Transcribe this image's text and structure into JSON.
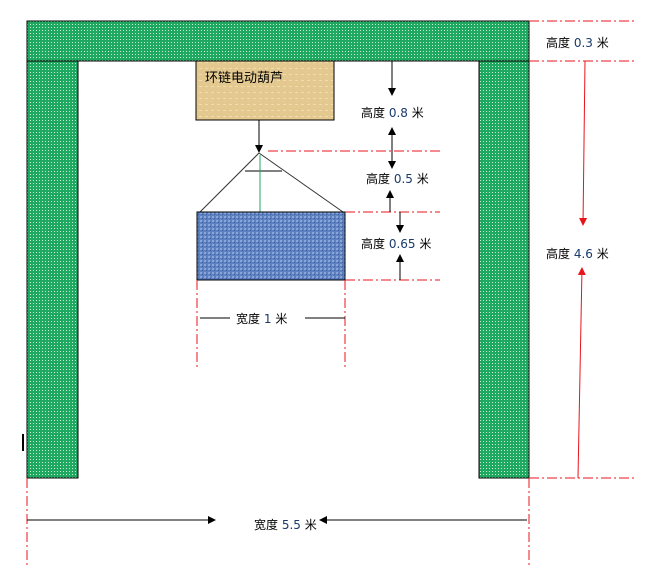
{
  "hoist": {
    "label": "环链电动葫芦"
  },
  "dimensions": {
    "beam_height": {
      "prefix": "高度",
      "value": "0.3",
      "unit": "米"
    },
    "total_height": {
      "prefix": "高度",
      "value": "4.6",
      "unit": "米"
    },
    "hoist_height": {
      "prefix": "高度",
      "value": "0.8",
      "unit": "米"
    },
    "sling_height": {
      "prefix": "高度",
      "value": "0.5",
      "unit": "米"
    },
    "load_height": {
      "prefix": "高度",
      "value": "0.65",
      "unit": "米"
    },
    "load_width": {
      "prefix": "宽度",
      "value": "1",
      "unit": "米"
    },
    "span_width": {
      "prefix": "宽度",
      "value": "5.5",
      "unit": "米"
    }
  },
  "colors": {
    "frame": "#1fa860",
    "hoist": "#e6cf9a",
    "load": "#5a7fbf",
    "dim_red": "#e8141c"
  }
}
